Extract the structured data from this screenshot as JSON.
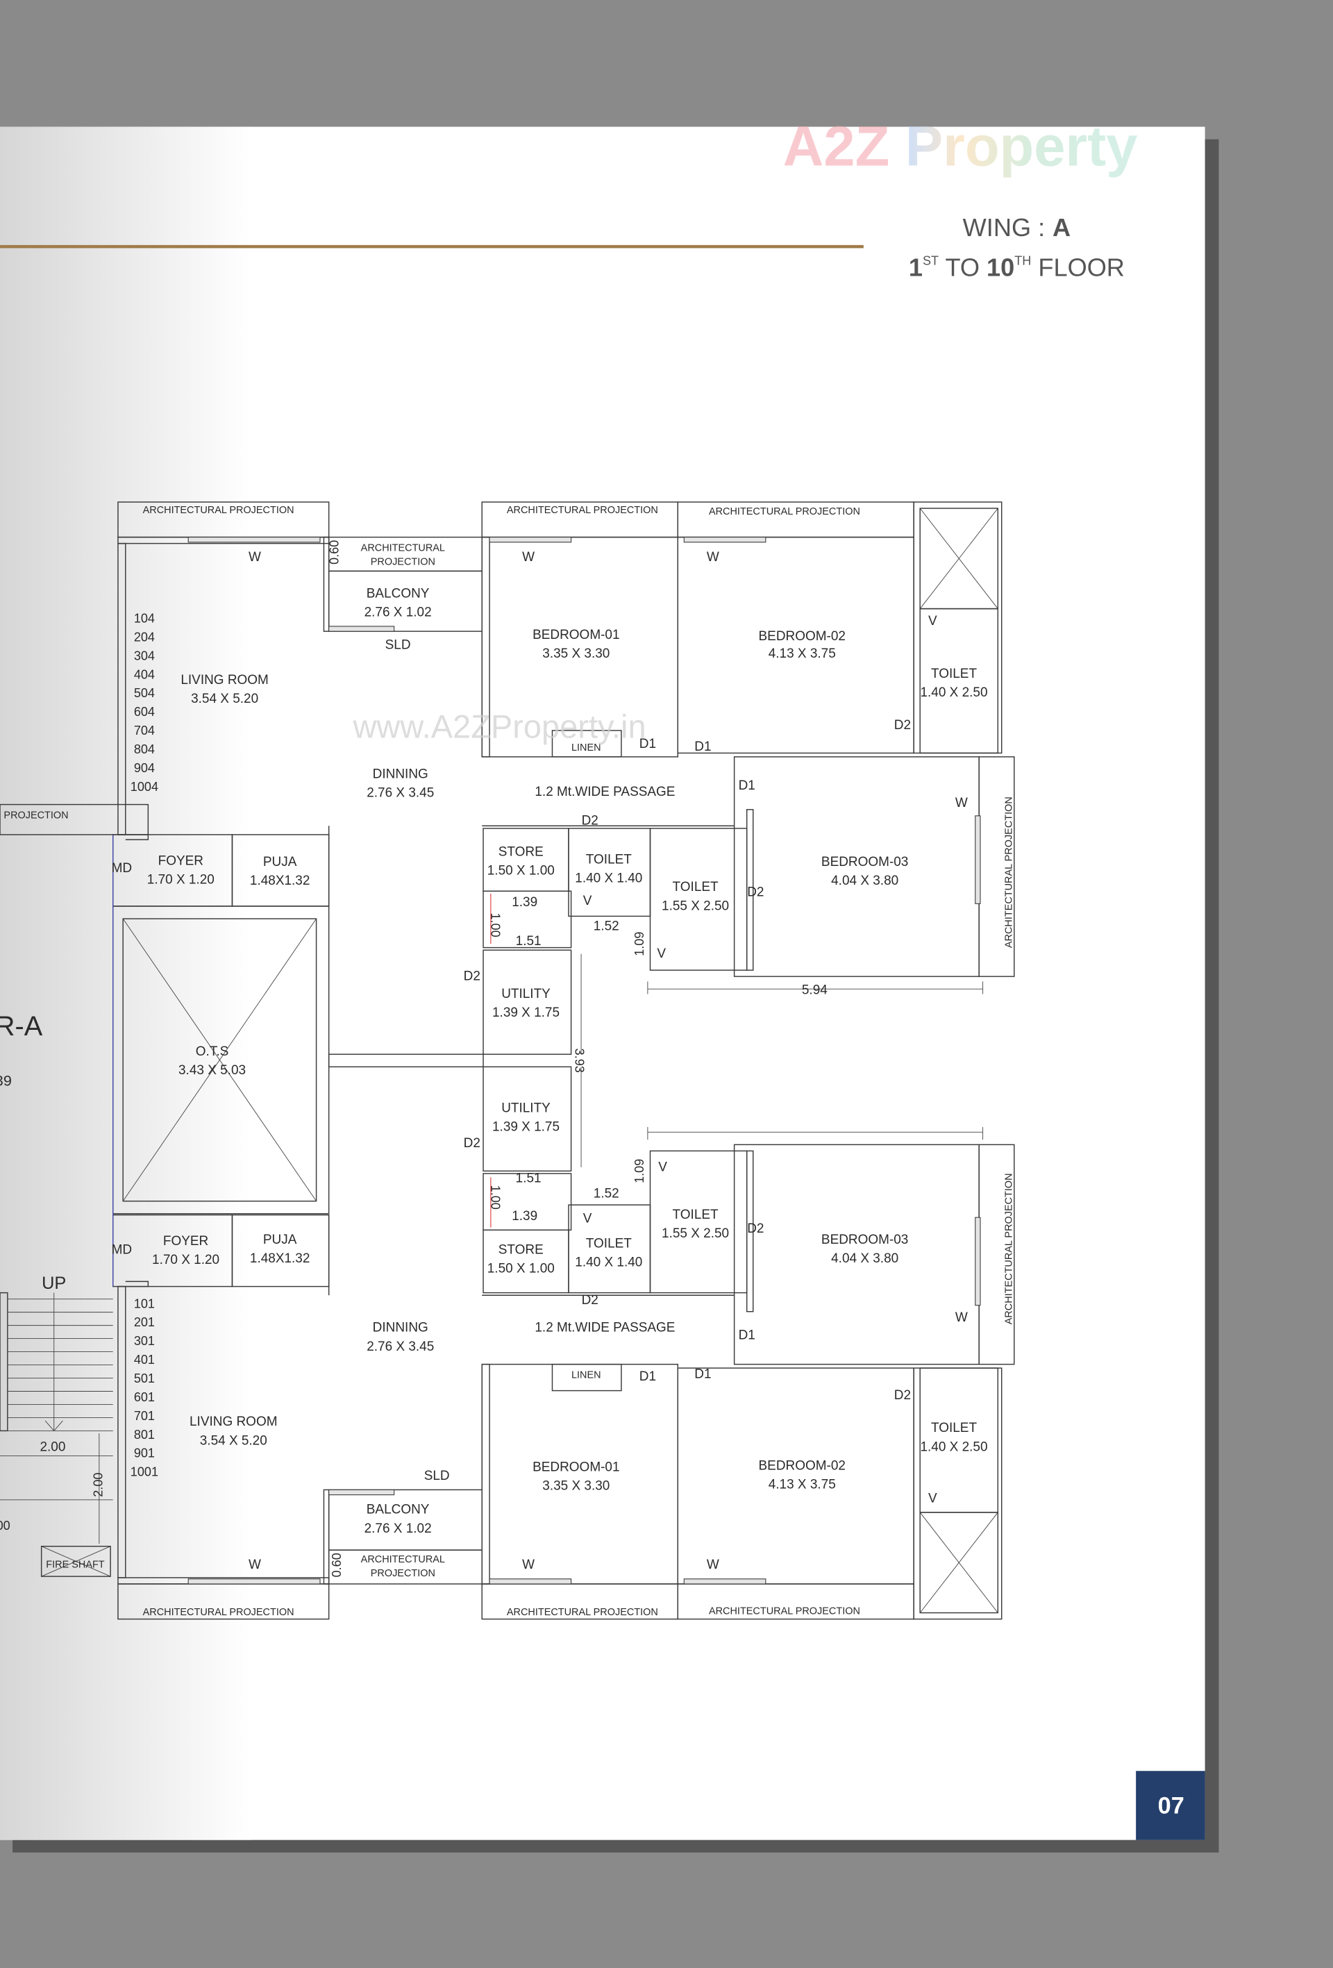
{
  "watermark": {
    "logo": "A2Z Property",
    "url": "www.A2ZProperty.in"
  },
  "header": {
    "wing_label": "WING :",
    "wing_value": "A",
    "floor": {
      "from": "1",
      "from_suffix": "ST",
      "to_word": " TO ",
      "to": "10",
      "to_suffix": "TH",
      "floor_word": " FLOOR"
    }
  },
  "page_number": "07",
  "colors": {
    "accent_line": "#a07c4a",
    "page_badge": "#243f6b",
    "background": "#8a8a8a"
  },
  "plan": {
    "arch_projection": "ARCHITECTURAL PROJECTION",
    "arch_projection_small": [
      "ARCHITECTURAL",
      "PROJECTION"
    ],
    "markers": {
      "window": "W",
      "door1": "D1",
      "door2": "D2",
      "vent": "V",
      "main_door": "MD",
      "sliding_door": "SLD",
      "linen": "LINEN"
    },
    "passage": "1.2 Mt.WIDE PASSAGE",
    "ots": {
      "name": "O.T.S",
      "dim": "3.43 X 5.03"
    },
    "rooms": [
      {
        "name": "LIVING ROOM",
        "dim": "3.54 X 5.20"
      },
      {
        "name": "BALCONY",
        "dim": "2.76 X 1.02"
      },
      {
        "name": "BEDROOM-01",
        "dim": "3.35 X 3.30"
      },
      {
        "name": "BEDROOM-02",
        "dim": "4.13 X 3.75"
      },
      {
        "name": "TOILET",
        "dim": "1.40 X 2.50"
      },
      {
        "name": "DINNING",
        "dim": "2.76 X 3.45"
      },
      {
        "name": "BEDROOM-03",
        "dim": "4.04 X 3.80"
      },
      {
        "name": "STORE",
        "dim": "1.50 X 1.00"
      },
      {
        "name": "TOILET",
        "dim": "1.40 X 1.40"
      },
      {
        "name": "TOILET",
        "dim": "1.55 X 2.50"
      },
      {
        "name": "UTILITY",
        "dim": "1.39 X 1.75"
      },
      {
        "name": "FOYER",
        "dim": "1.70 X 1.20"
      },
      {
        "name": "PUJA",
        "dim": "1.48X1.32"
      }
    ],
    "dimensions": {
      "d060": "0.60",
      "d139": "1.39",
      "d100": "1.00",
      "d151": "1.51",
      "d152": "1.52",
      "d109": "1.09",
      "d594": "5.94",
      "d393": "3.93",
      "d200": "2.00",
      "d00": "00"
    },
    "top_flats": [
      "104",
      "204",
      "304",
      "404",
      "504",
      "604",
      "704",
      "804",
      "904",
      "1004"
    ],
    "bottom_flats": [
      "101",
      "201",
      "301",
      "401",
      "501",
      "601",
      "701",
      "801",
      "901",
      "1001"
    ],
    "left_partial": {
      "projection": "PROJECTION",
      "tower": "R-A",
      "number": "39",
      "stair": "UP",
      "fire_shaft": "FIRE SHAFT"
    }
  }
}
